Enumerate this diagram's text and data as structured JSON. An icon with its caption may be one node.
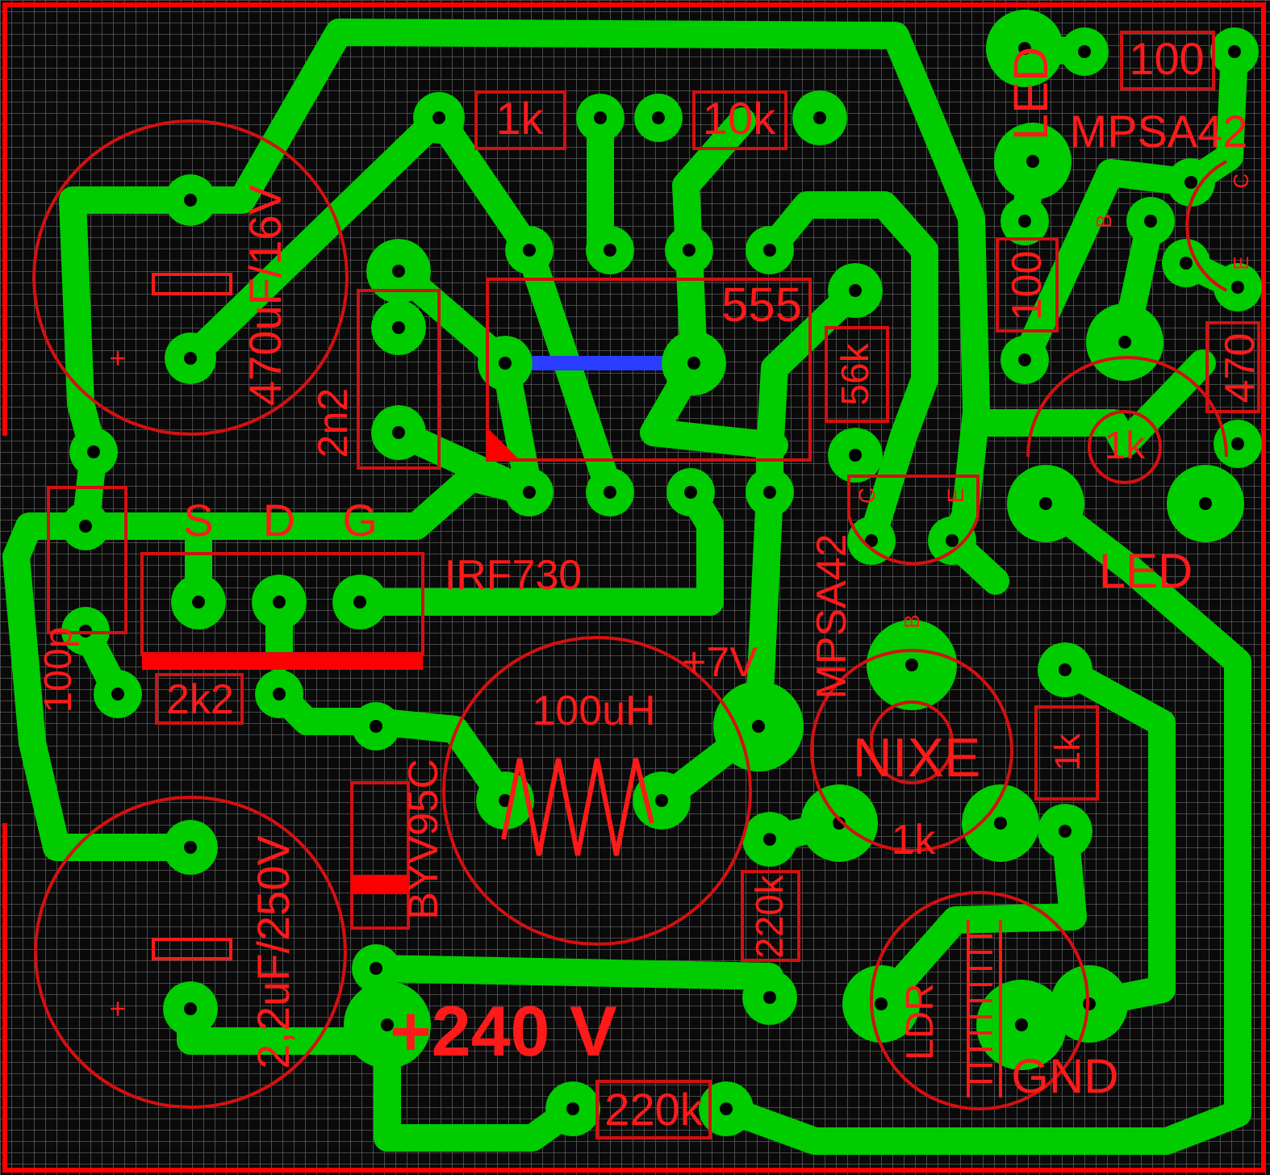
{
  "diagram": {
    "labels": [
      "LED",
      "100",
      "1k",
      "10k",
      "MPSA42",
      "470uF/16V",
      "100",
      "B",
      "C",
      "E",
      "555",
      "2n2",
      "56k",
      "470",
      "1k",
      "S",
      "D",
      "G",
      "LED",
      "C",
      "E",
      "IRF730",
      "+",
      "100p",
      "2k2",
      "B",
      "MPSA42",
      "+7V",
      "100uH",
      "NIXE",
      "1k",
      "BYV95C",
      "1k",
      "2,2uF/250V",
      "220k",
      "LDR",
      "+",
      "+240 V",
      "GND",
      "220k"
    ]
  }
}
